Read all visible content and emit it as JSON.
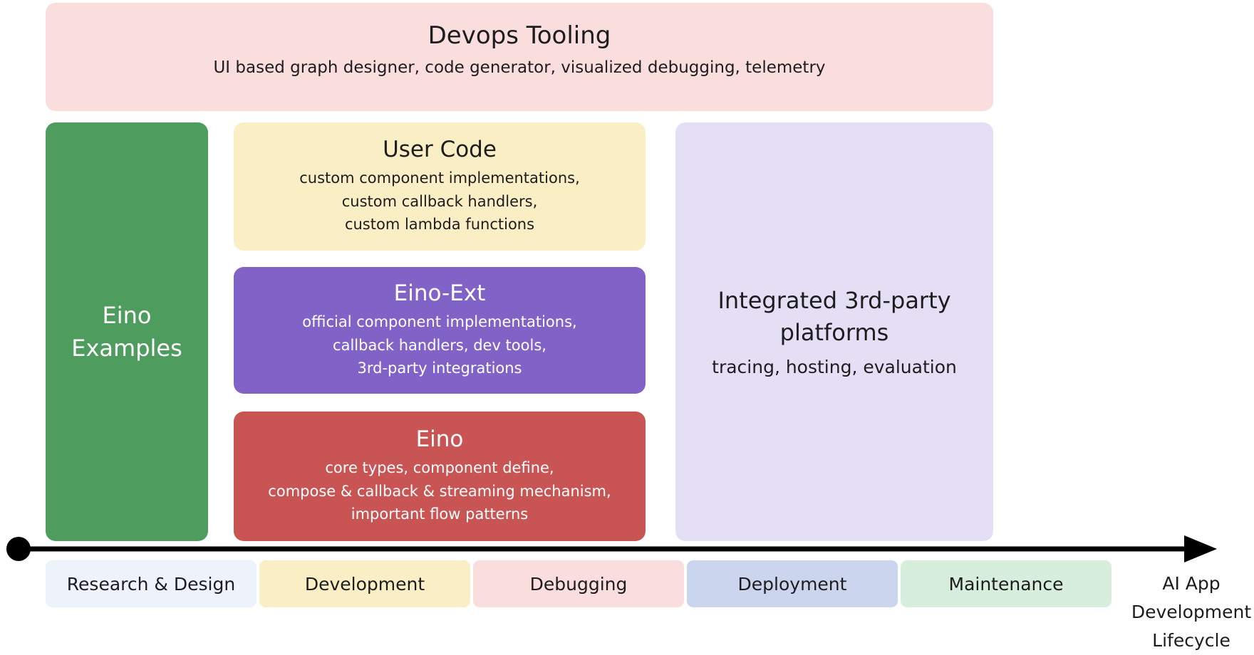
{
  "diagram": {
    "devops": {
      "title": "Devops Tooling",
      "subtitle": "UI based graph designer, code generator, visualized debugging, telemetry",
      "bg": "#fadddd"
    },
    "eino_examples": {
      "title": "Eino Examples",
      "bg": "#4e9d5e"
    },
    "user_code": {
      "title": "User Code",
      "lines": [
        "custom component implementations,",
        "custom callback handlers,",
        "custom lambda functions"
      ],
      "bg": "#faeec5"
    },
    "eino_ext": {
      "title": "Eino-Ext",
      "lines": [
        "official component implementations,",
        "callback handlers, dev tools,",
        "3rd-party integrations"
      ],
      "bg": "#8162c7"
    },
    "eino_core": {
      "title": "Eino",
      "lines": [
        "core types, component define,",
        "compose & callback & streaming mechanism,",
        "important flow patterns"
      ],
      "bg": "#c95454"
    },
    "platforms": {
      "title": "Integrated 3rd-party platforms",
      "subtitle": "tracing, hosting, evaluation",
      "bg": "#e5dff5"
    },
    "timeline": {
      "arrow_color": "#000000",
      "stages": [
        {
          "label": "Research & Design",
          "bg": "#edf2fb"
        },
        {
          "label": "Development",
          "bg": "#faeec5"
        },
        {
          "label": "Debugging",
          "bg": "#fadddd"
        },
        {
          "label": "Deployment",
          "bg": "#ccd5ee"
        },
        {
          "label": "Maintenance",
          "bg": "#d7eedd"
        }
      ],
      "axis_label_lines": [
        "AI App",
        "Development",
        "Lifecycle"
      ]
    }
  }
}
